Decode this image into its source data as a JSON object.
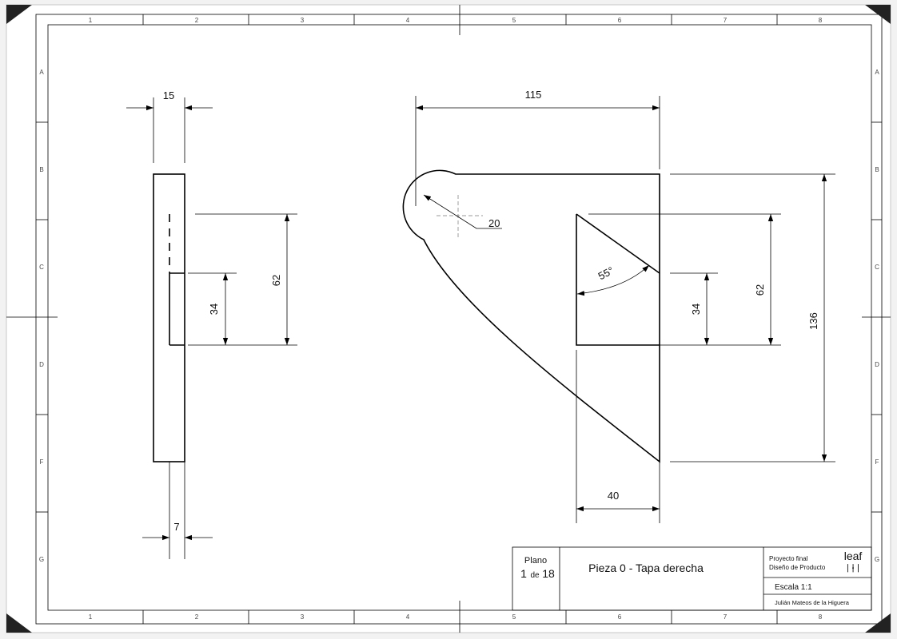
{
  "zones": {
    "columns": [
      "1",
      "2",
      "3",
      "4",
      "5",
      "6",
      "7",
      "8"
    ],
    "rows": [
      "A",
      "B",
      "C",
      "D",
      "F",
      "G"
    ]
  },
  "dimensions": {
    "side_thickness": "15",
    "side_step": "7",
    "side_slot_height": "62",
    "side_inner_height": "34",
    "front_width": "115",
    "front_radius": "20",
    "front_angle": "55°",
    "front_window_height": "62",
    "front_inner_height": "34",
    "front_total_height": "136",
    "front_bottom_width": "40"
  },
  "title_block": {
    "plano_label": "Plano",
    "sheet_number": "1",
    "sheet_of": "de",
    "sheet_total": "18",
    "part_title": "Pieza 0 - Tapa derecha",
    "project_line1": "Proyecto final",
    "project_line2": "Diseño de Producto",
    "logo_text": "leaf",
    "logo_mark": "ᛁᚽᛁ",
    "scale": "Escala  1:1",
    "author": "Julián Mateos de la Higuera"
  }
}
